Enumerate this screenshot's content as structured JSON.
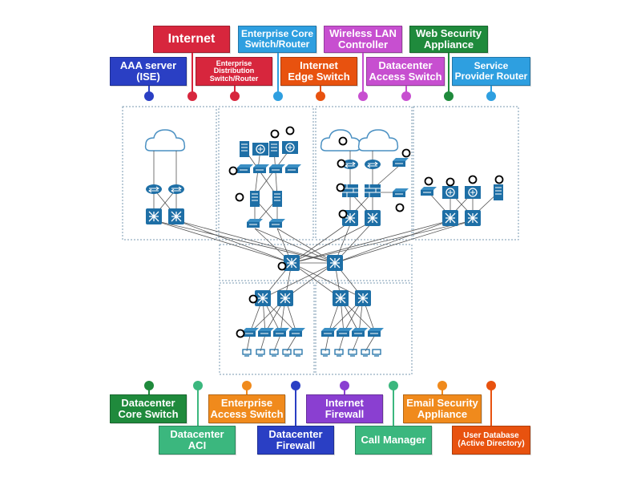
{
  "labels": [
    {
      "id": "internet",
      "text": "Internet",
      "color": "#d7263d"
    },
    {
      "id": "enterprise-core",
      "text": "Enterprise Core\nSwitch/Router",
      "color": "#2e9fe0"
    },
    {
      "id": "wireless-lan",
      "text": "Wireless LAN\nController",
      "color": "#c74fd0"
    },
    {
      "id": "web-security",
      "text": "Web Security\nAppliance",
      "color": "#1f8a3c"
    },
    {
      "id": "aaa-server",
      "text": "AAA server\n(ISE)",
      "color": "#2a3fc4"
    },
    {
      "id": "enterprise-distribution",
      "text": "Enterprise\nDistribution\nSwitch/Router",
      "color": "#d7263d"
    },
    {
      "id": "internet-edge",
      "text": "Internet\nEdge Switch",
      "color": "#e8520f"
    },
    {
      "id": "datacenter-access",
      "text": "Datacenter\nAccess Switch",
      "color": "#c74fd0"
    },
    {
      "id": "service-provider",
      "text": "Service\nProvider Router",
      "color": "#2e9fe0"
    },
    {
      "id": "datacenter-core",
      "text": "Datacenter\nCore Switch",
      "color": "#1f8a3c"
    },
    {
      "id": "datacenter-aci",
      "text": "Datacenter\nACI",
      "color": "#3bb77e"
    },
    {
      "id": "enterprise-access",
      "text": "Enterprise\nAccess Switch",
      "color": "#f08a1c"
    },
    {
      "id": "datacenter-firewall",
      "text": "Datacenter\nFirewall",
      "color": "#2a3fc4"
    },
    {
      "id": "internet-firewall",
      "text": "Internet\nFirewall",
      "color": "#8a3fd1"
    },
    {
      "id": "call-manager",
      "text": "Call Manager",
      "color": "#3bb77e"
    },
    {
      "id": "email-security",
      "text": "Email Security\nAppliance",
      "color": "#f08a1c"
    },
    {
      "id": "user-database",
      "text": "User Database\n(Active Directory)",
      "color": "#e8520f"
    }
  ],
  "colors": {
    "device": "#1e6fa6",
    "device_light": "#3b8fc4",
    "zone_border": "#7a9ab0",
    "link": "#555555",
    "cloud_fill": "#ffffff",
    "cloud_stroke": "#4a90c2"
  }
}
